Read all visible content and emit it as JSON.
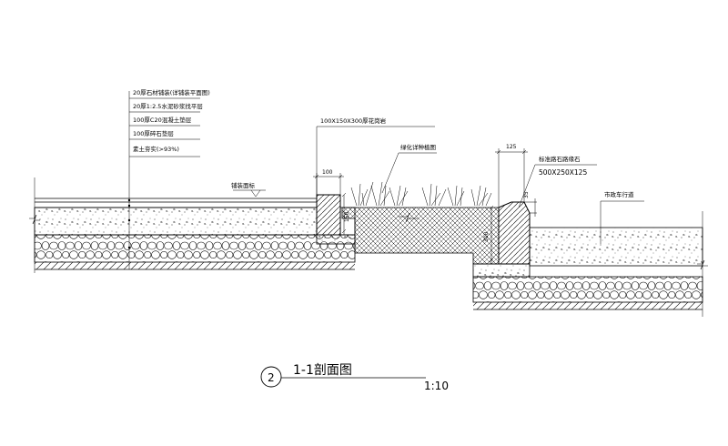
{
  "layer_notes": [
    "20厚石材铺装(详铺装平面图)",
    "20厚1:2.5水泥砂浆找平层",
    "100厚C20混凝土垫层",
    "100厚碎石垫层",
    "素土夯实(>93%)"
  ],
  "labels": {
    "curb_small": "100X150X300厚花岗岩",
    "planting": "绿化详种植图",
    "curb_large_name": "标准路石路缘石",
    "curb_large_size": "500X250X125",
    "paving_level": "铺装面标",
    "road_surface": "市政车行道"
  },
  "dimensions": {
    "d100": "100",
    "d125": "125",
    "d35": "35",
    "d150": "150",
    "d300": "300"
  },
  "title": {
    "number": "2",
    "name": "1-1剖面图",
    "scale": "1:10"
  }
}
